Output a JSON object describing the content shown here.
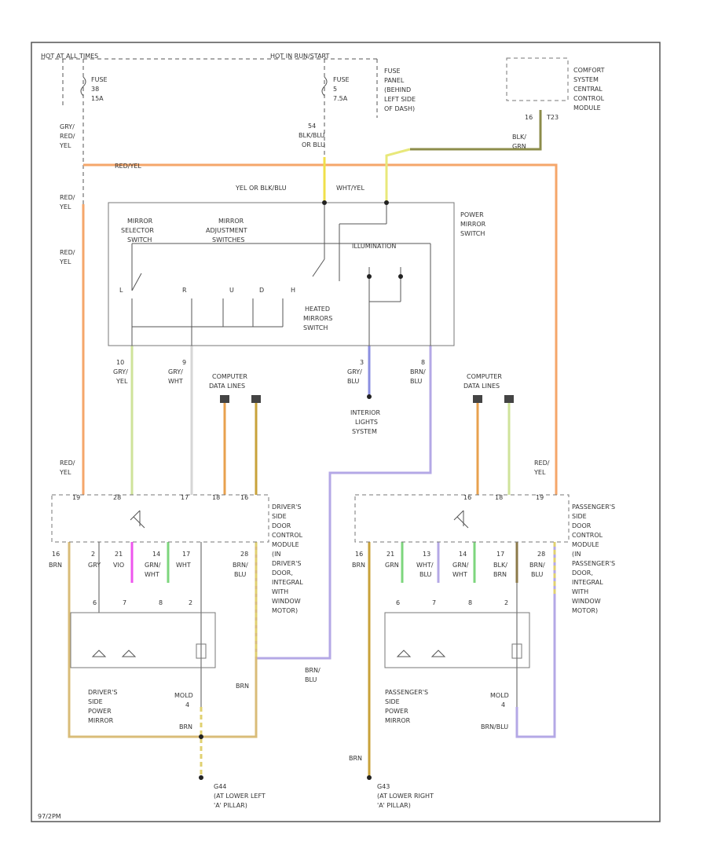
{
  "top": {
    "hot_at_all_times": "HOT AT ALL TIMES",
    "hot_in_run_start": "HOT IN RUN/START",
    "fuse_left": [
      "FUSE",
      "38",
      "15A"
    ],
    "fuse_mid": [
      "FUSE",
      "5",
      "7.5A"
    ],
    "fuse_panel": [
      "FUSE",
      "PANEL",
      "(BEHIND",
      "LEFT SIDE",
      "OF DASH)"
    ],
    "comfort_module": [
      "COMFORT",
      "SYSTEM",
      "CENTRAL",
      "CONTROL",
      "MODULE"
    ],
    "comfort_pin": "16",
    "comfort_conn": "T23",
    "comfort_wire": [
      "BLK/",
      "GRN"
    ],
    "wire_left": [
      "GRY/",
      "RED/",
      "YEL"
    ],
    "wire_mid": [
      "54",
      "BLK/BLU",
      "OR BLU"
    ],
    "red_yel_top": "RED/YEL"
  },
  "switch": {
    "title": [
      "POWER",
      "MIRROR",
      "SWITCH"
    ],
    "sel": [
      "MIRROR",
      "SELECTOR",
      "SWITCH"
    ],
    "adj": [
      "MIRROR",
      "ADJUSTMENT",
      "SWITCHES"
    ],
    "heated": [
      "HEATED",
      "MIRRORS",
      "SWITCH"
    ],
    "illum": "ILLUMINATION",
    "wire_in_left": "YEL OR BLK/BLU",
    "wire_in_right": "WHT/YEL",
    "contact_l": "L",
    "contact_r": "R",
    "contact_u": "U",
    "contact_d": "D",
    "contact_h": "H"
  },
  "left_labels": {
    "red_yel_1": [
      "RED/",
      "YEL"
    ],
    "red_yel_2": [
      "RED/",
      "YEL"
    ],
    "red_yel_3": [
      "RED/",
      "YEL"
    ]
  },
  "switch_outputs": {
    "p10": [
      "10",
      "GRY/",
      "YEL"
    ],
    "p9": [
      "9",
      "GRY/",
      "WHT"
    ],
    "p3": [
      "3",
      "GRY/",
      "BLU"
    ],
    "p8": [
      "8",
      "BRN/",
      "BLU"
    ],
    "computer_left": [
      "COMPUTER",
      "DATA LINES"
    ],
    "computer_right": [
      "COMPUTER",
      "DATA LINES"
    ],
    "interior_lights": [
      "INTERIOR",
      "LIGHTS",
      "SYSTEM"
    ]
  },
  "driver_module": {
    "label": [
      "DRIVER'S",
      "SIDE",
      "DOOR",
      "CONTROL",
      "MODULE",
      "(IN",
      "DRIVER'S",
      "DOOR,",
      "INTEGRAL",
      "WITH",
      "WINDOW",
      "MOTOR)"
    ],
    "top_pins": [
      "19",
      "28",
      "17",
      "18",
      "16"
    ],
    "bottom_pins": [
      "16",
      "2",
      "21",
      "14",
      "17",
      "28"
    ],
    "bottom_wires": [
      [
        "BRN"
      ],
      [
        "GRY"
      ],
      [
        "VIO"
      ],
      [
        "GRN/",
        "WHT"
      ],
      [
        "WHT"
      ],
      [
        "BRN/",
        "BLU"
      ]
    ]
  },
  "passenger_module": {
    "label": [
      "PASSENGER'S",
      "SIDE",
      "DOOR",
      "CONTROL",
      "MODULE",
      "(IN",
      "PASSENGER'S",
      "DOOR,",
      "INTEGRAL",
      "WITH",
      "WINDOW",
      "MOTOR)"
    ],
    "top_pins": [
      "16",
      "18",
      "19"
    ],
    "bottom_pins": [
      "16",
      "21",
      "13",
      "14",
      "17",
      "28"
    ],
    "bottom_wires": [
      [
        "BRN"
      ],
      [
        "GRN"
      ],
      [
        "WHT/",
        "BLU"
      ],
      [
        "GRN/",
        "WHT"
      ],
      [
        "BLK/",
        "BRN"
      ],
      [
        "BRN/",
        "BLU"
      ]
    ],
    "red_yel": [
      "RED/",
      "YEL"
    ]
  },
  "driver_mirror": {
    "label": [
      "DRIVER'S",
      "SIDE",
      "POWER",
      "MIRROR"
    ],
    "pins": [
      "6",
      "7",
      "8",
      "2"
    ],
    "conn": [
      "MOLD",
      "4"
    ],
    "wire_brn": "BRN",
    "ground": [
      "G44",
      "(AT LOWER LEFT",
      "'A' PILLAR)"
    ]
  },
  "passenger_mirror": {
    "label": [
      "PASSENGER'S",
      "SIDE",
      "POWER",
      "MIRROR"
    ],
    "pins": [
      "6",
      "7",
      "8",
      "2"
    ],
    "conn": [
      "MOLD",
      "4"
    ],
    "wire_brn_blu": "BRN/BLU",
    "ground": [
      "G43",
      "(AT LOWER RIGHT",
      "'A' PILLAR)"
    ]
  },
  "misc": {
    "brn_blu_mid": [
      "BRN/",
      "BLU"
    ],
    "brn_left": "BRN",
    "brn_right": "BRN",
    "footer_code": "97/2PM"
  },
  "colors": {
    "red_yel": "#f5a66a",
    "gry_yel": "#cfe39a",
    "gry_wht": "#d6d6d6",
    "gry_blu": "#8b8fe0",
    "brn_blu": "#b4a8e6",
    "violet": "#ee55ee",
    "green": "#7dd67d",
    "brown": "#d9bc78",
    "yellow": "#f0e04a",
    "blk_grn": "#8c8c4a",
    "data_orange": "#e8a14e",
    "data_tan": "#c8a23a"
  }
}
